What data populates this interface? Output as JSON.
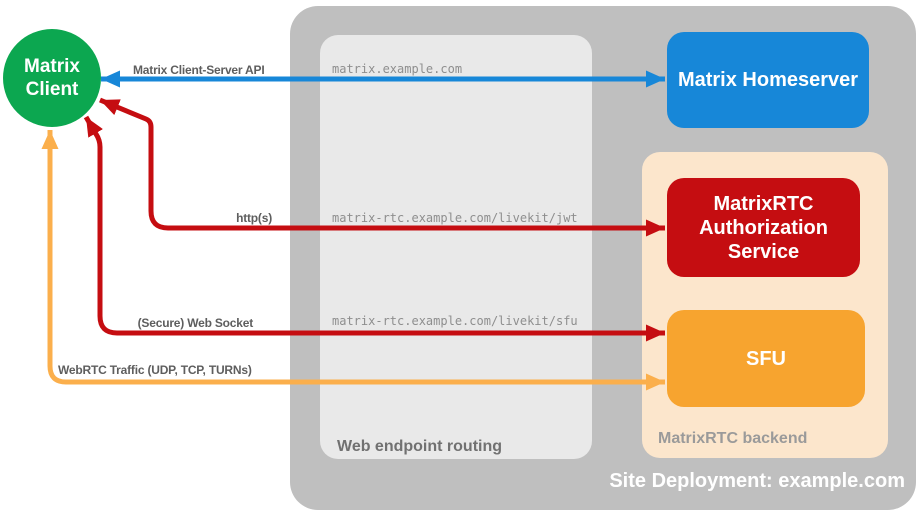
{
  "title": "MatrixRTC site deployment diagram",
  "colors": {
    "green": "#0CA750",
    "blue": "#1787D8",
    "red": "#C50D11",
    "orange": "#F7A42F",
    "arrow_orange": "#FBAF4C",
    "peach": "#FCE6CC",
    "site_gray": "#BFBFBF",
    "routing_gray": "#E9E9E9",
    "label_dark": "#5E5E5E",
    "label_url": "#8E8E8E",
    "label_routing": "#717171",
    "label_backend": "#9A9A9A",
    "white": "#FFFFFF"
  },
  "nodes": {
    "client": {
      "label": "Matrix\nClient",
      "color": "#0CA750"
    },
    "homeserver": {
      "label": "Matrix Homeserver",
      "color": "#1787D8"
    },
    "auth_service": {
      "label": "MatrixRTC Authorization Service",
      "color": "#C50D11"
    },
    "sfu": {
      "label": "SFU",
      "color": "#F7A42F"
    }
  },
  "containers": {
    "site": {
      "label": "Site Deployment: example.com",
      "color": "#BFBFBF"
    },
    "routing": {
      "label": "Web endpoint routing",
      "color": "#E9E9E9"
    },
    "backend": {
      "label": "MatrixRTC backend",
      "color": "#FCE6CC"
    }
  },
  "edges": {
    "client_server_api": {
      "label": "Matrix Client-Server API",
      "route": "matrix.example.com",
      "from": "Matrix Client",
      "to": "Matrix Homeserver",
      "color": "#1787D8",
      "bidirectional": true
    },
    "http": {
      "label": "http(s)",
      "route": "matrix-rtc.example.com/livekit/jwt",
      "from": "Matrix Client",
      "to": "MatrixRTC Authorization Service",
      "color": "#C50D11",
      "bidirectional": true
    },
    "websocket": {
      "label": "(Secure) Web Socket",
      "route": "matrix-rtc.example.com/livekit/sfu",
      "from": "Matrix Client",
      "to": "SFU",
      "color": "#C50D11",
      "bidirectional": true
    },
    "webrtc": {
      "label": "WebRTC Traffic (UDP, TCP, TURNs)",
      "from": "Matrix Client",
      "to": "SFU",
      "color": "#FBAF4C",
      "bidirectional": true
    }
  }
}
